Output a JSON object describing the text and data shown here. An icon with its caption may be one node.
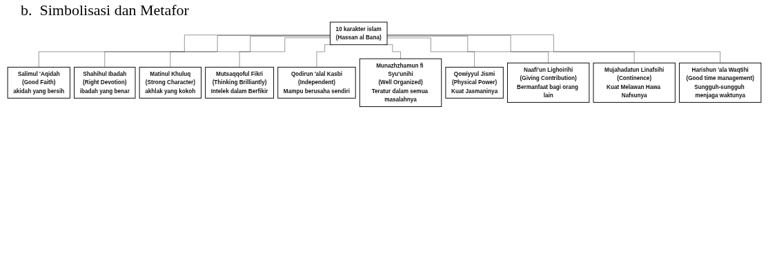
{
  "diagram": {
    "title": "b.  Simbolisasi dan Metafor",
    "nodes": [
      {
        "text": [
          "10 karakter islam",
          "(Hassan al Bana)"
        ]
      },
      {
        "text": [
          "Salimul 'Aqidah",
          "(Good Faith)",
          "akidah yang bersih"
        ]
      },
      {
        "text": [
          "Shahihul Ibadah",
          "(Right Devotion)",
          "ibadah yang benar"
        ]
      },
      {
        "text": [
          "Matinul Khuluq",
          "(Strong Character)",
          "akhlak yang kokoh"
        ]
      },
      {
        "text": [
          "Mutsaqqoful Fikri",
          "(Thinking Brilliantly)",
          "Intelek dalam Berfikir"
        ]
      },
      {
        "text": [
          "Qodirun 'alal Kasbi",
          "(Independent)",
          "Mampu berusaha sendiri"
        ]
      },
      {
        "text": [
          "Munazhzhamun fi Syu'unihi",
          "(Well Organized)",
          "Teratur dalam semua masalahnya"
        ]
      },
      {
        "text": [
          "Qowiyyul Jismi",
          "(Physical Power)",
          "Kuat Jasmaninya"
        ]
      },
      {
        "text": [
          "Naafi'un Lighoirihi",
          "(Giving Contribution)",
          "Bermanfaat bagi orang lain"
        ]
      },
      {
        "text": [
          "Mujahadatun Linafsihi",
          "(Continence)",
          "Kuat Melawan Hawa Nafsunya"
        ]
      },
      {
        "text": [
          "Harishun 'ala Waqtihi",
          "(Good time management)",
          "Sungguh-sungguh menjaga waktunya"
        ]
      }
    ],
    "edges": [
      {
        "from": 0,
        "to": 1,
        "arrow": "none"
      },
      {
        "from": 0,
        "to": 2,
        "arrow": "none"
      },
      {
        "from": 0,
        "to": 3,
        "arrow": "none"
      },
      {
        "from": 0,
        "to": 4,
        "arrow": "none"
      },
      {
        "from": 0,
        "to": 5,
        "arrow": "none"
      },
      {
        "from": 0,
        "to": 6,
        "arrow": "none"
      },
      {
        "from": 0,
        "to": 7,
        "arrow": "none"
      },
      {
        "from": 0,
        "to": 8,
        "arrow": "none"
      },
      {
        "from": 0,
        "to": 9,
        "arrow": "none"
      },
      {
        "from": 0,
        "to": 10,
        "arrow": "none"
      }
    ]
  }
}
